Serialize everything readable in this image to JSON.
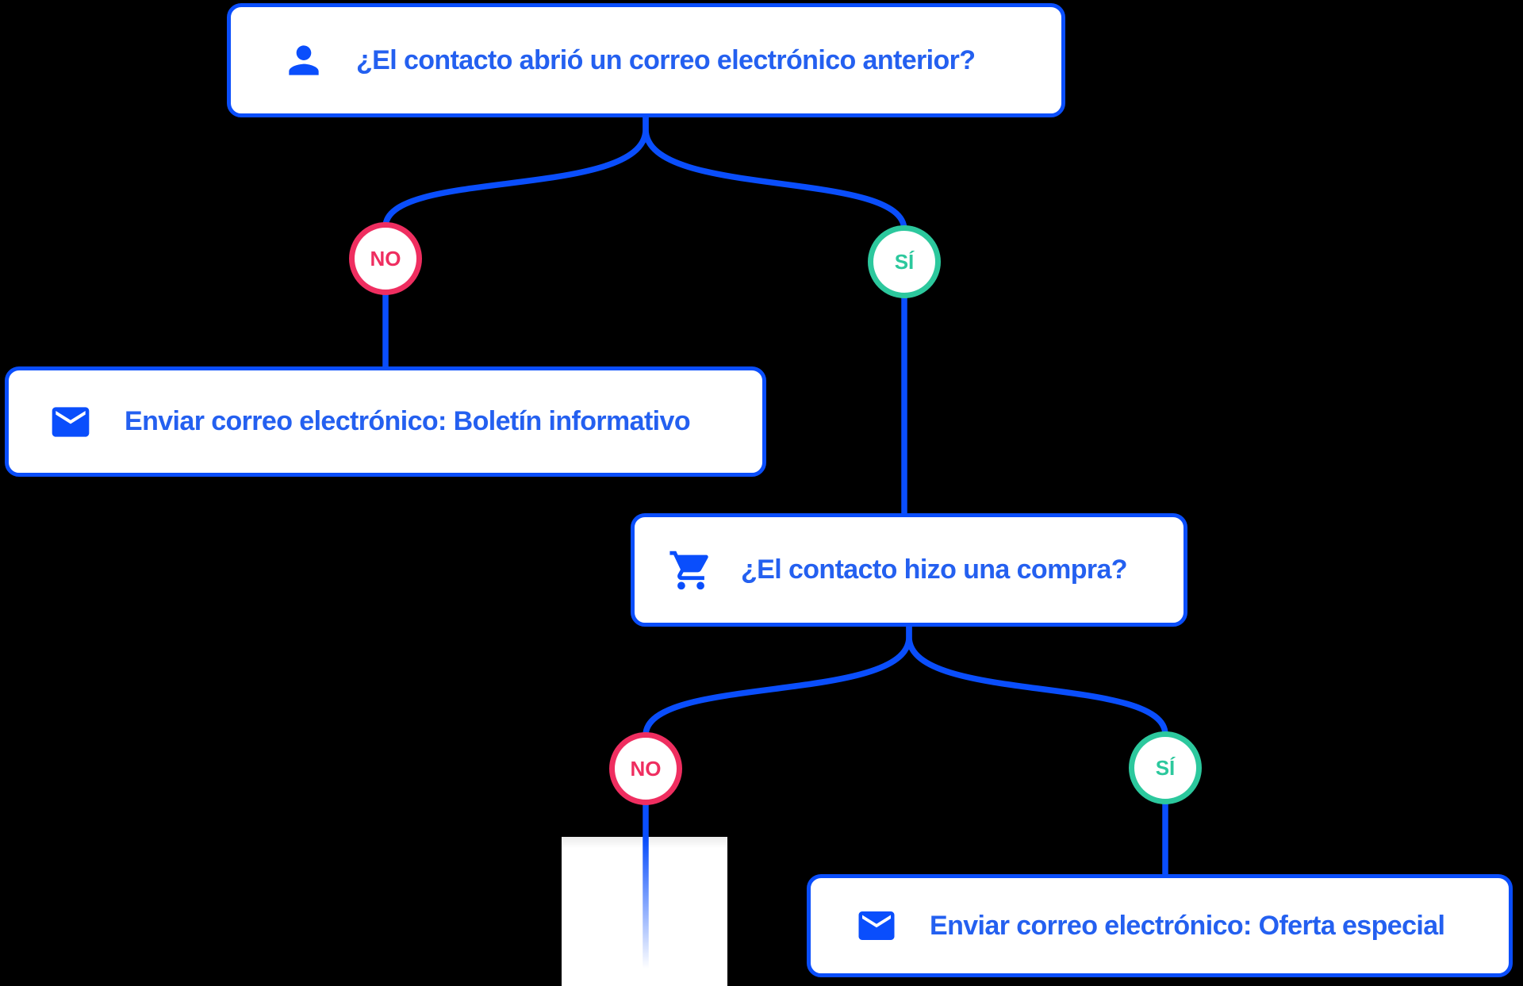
{
  "diagram": {
    "type": "automation-decision-tree",
    "branch_labels": {
      "no": "NO",
      "yes": "SÍ"
    },
    "nodes": [
      {
        "id": "question-email-opened",
        "type": "decision",
        "icon": "person-icon",
        "label": "¿El contacto abrió un correo electrónico anterior?"
      },
      {
        "id": "action-send-newsletter",
        "type": "action",
        "icon": "email-icon",
        "label": "Enviar correo electrónico: Boletín informativo"
      },
      {
        "id": "question-made-purchase",
        "type": "decision",
        "icon": "shopping-cart-icon",
        "label": "¿El contacto hizo una compra?"
      },
      {
        "id": "action-send-special-offer",
        "type": "action",
        "icon": "email-icon",
        "label": "Enviar correo electrónico: Oferta especial"
      }
    ],
    "edges": [
      {
        "from": "question-email-opened",
        "branch": "NO",
        "to": "action-send-newsletter"
      },
      {
        "from": "question-email-opened",
        "branch": "SÍ",
        "to": "question-made-purchase"
      },
      {
        "from": "question-made-purchase",
        "branch": "NO",
        "to": null,
        "truncated": true
      },
      {
        "from": "question-made-purchase",
        "branch": "SÍ",
        "to": "action-send-special-offer"
      }
    ],
    "colors": {
      "connector_blue": "#0a4efc",
      "node_border_blue": "#0a4efc",
      "label_text_blue": "#2460f0",
      "no_pink": "#ef2e60",
      "yes_green": "#2cc89d",
      "node_background": "#ffffff",
      "canvas_background": "#000000"
    }
  }
}
